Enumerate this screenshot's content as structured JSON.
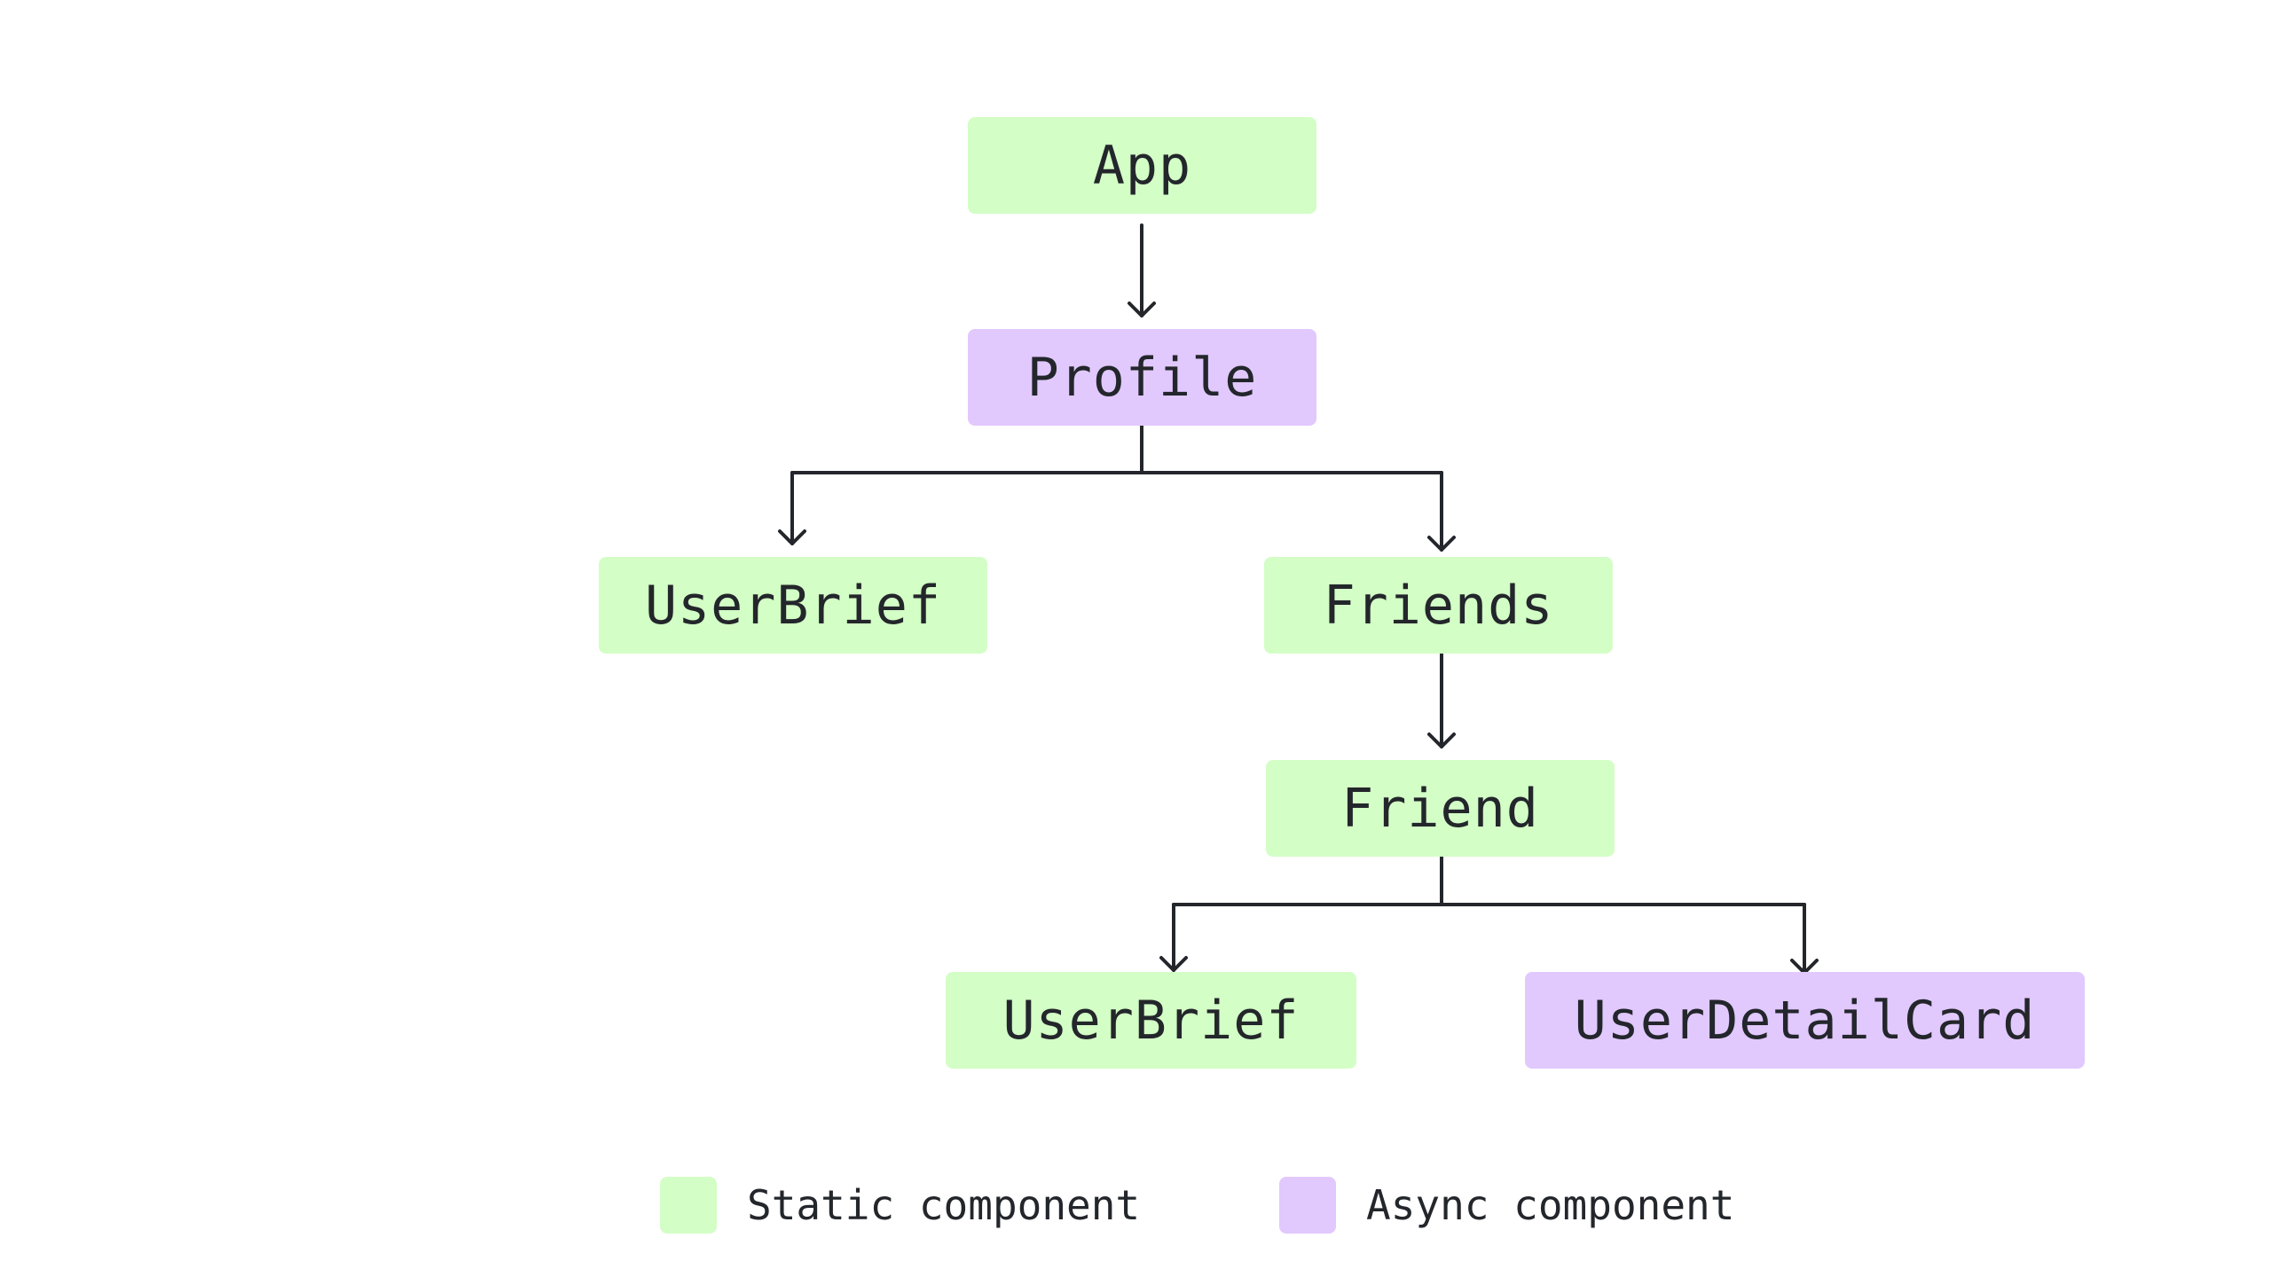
{
  "nodes": {
    "app": "App",
    "profile": "Profile",
    "userbrief_1": "UserBrief",
    "friends": "Friends",
    "friend": "Friend",
    "userbrief_2": "UserBrief",
    "userdetailcard": "UserDetailCard"
  },
  "node_types": {
    "app": "static",
    "profile": "async",
    "userbrief_1": "static",
    "friends": "static",
    "friend": "static",
    "userbrief_2": "static",
    "userdetailcard": "async"
  },
  "edges": [
    [
      "App",
      "Profile"
    ],
    [
      "Profile",
      "UserBrief"
    ],
    [
      "Profile",
      "Friends"
    ],
    [
      "Friends",
      "Friend"
    ],
    [
      "Friend",
      "UserBrief"
    ],
    [
      "Friend",
      "UserDetailCard"
    ]
  ],
  "legend": {
    "static_label": "Static component",
    "async_label": "Async component"
  },
  "colors": {
    "static": "#d3fec6",
    "async": "#e1c8fd",
    "line": "#23262b",
    "text": "#23262b",
    "background": "#ffffff"
  }
}
